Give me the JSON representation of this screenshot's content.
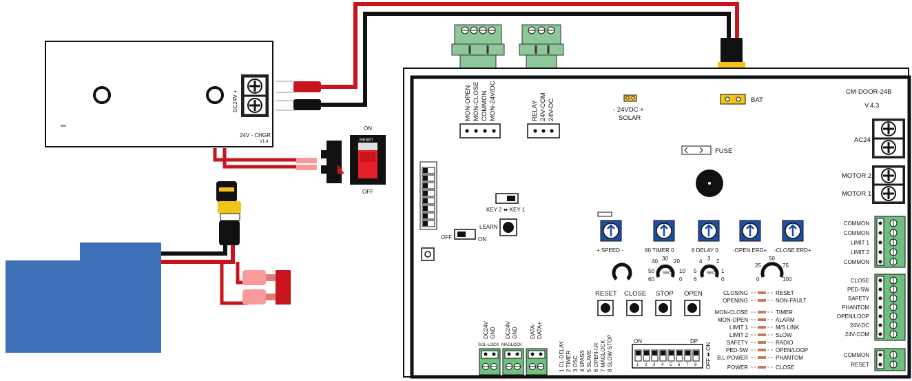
{
  "charger": {
    "terminal_label": "DC24V +",
    "model": "24V - CHGR",
    "version": "V1.4"
  },
  "reset_switch": {
    "on_label": "ON",
    "reset_label": "RESET",
    "off_label": "OFF"
  },
  "board": {
    "model": "CM-DOOR-24B",
    "version": "V.4.3",
    "bat_label": "BAT",
    "solar_polarity": "- 24VDC +",
    "solar_label": "SOLAR",
    "fuse_label": "FUSE",
    "key_label": "KEY 2 ⬌ KEY 1",
    "learn_label": "LEARN",
    "off_label": "OFF",
    "on_label": "ON",
    "mon_pins": [
      "MON-OPEN",
      "MON-CLOSE",
      "COMMON",
      "MON-24V/DC"
    ],
    "relay_pins": [
      "RELAY",
      "24V-COM",
      "24V-DC"
    ],
    "right_terminals_top": [
      "AC24",
      "MOTOR 2",
      "MOTOR 1"
    ],
    "limit_terminals": [
      "COMMON",
      "COMMON",
      "LIMIT 1",
      "LIMIT 2",
      "COMMON"
    ],
    "input_terminals": [
      "CLOSE",
      "PED-SW",
      "SAFETY",
      "PHANTOM",
      "OPEN/LOOP",
      "24V-DC",
      "24V-COM"
    ],
    "bottom_terminals": [
      "COMMON",
      "RESET"
    ],
    "pots": [
      "+ SPEED -",
      "60  TIMER  0",
      "6  DELAY  0",
      "-OPEN ERD+",
      "-CLOSE ERD+"
    ],
    "dial_timer": [
      "40",
      "30",
      "20",
      "50",
      "10",
      "60",
      "0",
      "SEC."
    ],
    "dial_delay": [
      "4",
      "3",
      "2",
      "5",
      "1",
      "6",
      "0",
      "SEC."
    ],
    "dial_erd": [
      "25",
      "50",
      "75",
      "0",
      "100"
    ],
    "buttons": [
      "RESET",
      "CLOSE",
      "STOP",
      "OPEN"
    ],
    "led_left": [
      "CLOSING",
      "OPENING",
      "MON-CLOSE",
      "MON-OPEN",
      "LIMIT 1",
      "LIMIT 2",
      "SAFETY",
      "PED-SW",
      "B.L-POWER",
      "POWER"
    ],
    "led_right": [
      "RESET",
      "NON-FAULT",
      "TIMER",
      "ALARM",
      "M/S LINK",
      "SLOW",
      "RADIO",
      "OPEN/LOOP",
      "PHANTOM",
      "CLOSE"
    ],
    "dip_list": [
      "1 CL-DELAY",
      "2 TIMER",
      "3 OSC",
      "4 1PASS",
      "5 SLAVE",
      "6 OPEN-I.R",
      "7 MAGLOCK",
      "8 SLOW-STOP"
    ],
    "dip_on": "ON",
    "dip_dp": "DP",
    "dip_numbers": [
      "1",
      "2",
      "3",
      "4",
      "5",
      "6",
      "7",
      "8"
    ],
    "dip_side": "OFF ⬌ ON",
    "sol_lock": {
      "pins": [
        "DC24V",
        "GND"
      ],
      "label": "SOL-LOCK"
    },
    "maglock": {
      "pins": [
        "DC24V",
        "GND"
      ],
      "label": "MAGLOCK"
    },
    "data": {
      "pins": [
        "DATA-",
        "DATA+"
      ]
    }
  },
  "colors": {
    "wire_red": "#c8141c",
    "wire_black": "#111111",
    "connector_green": "#8dc89a",
    "battery_blue": "#3d6fb6",
    "led_yellow": "#f2c418"
  }
}
